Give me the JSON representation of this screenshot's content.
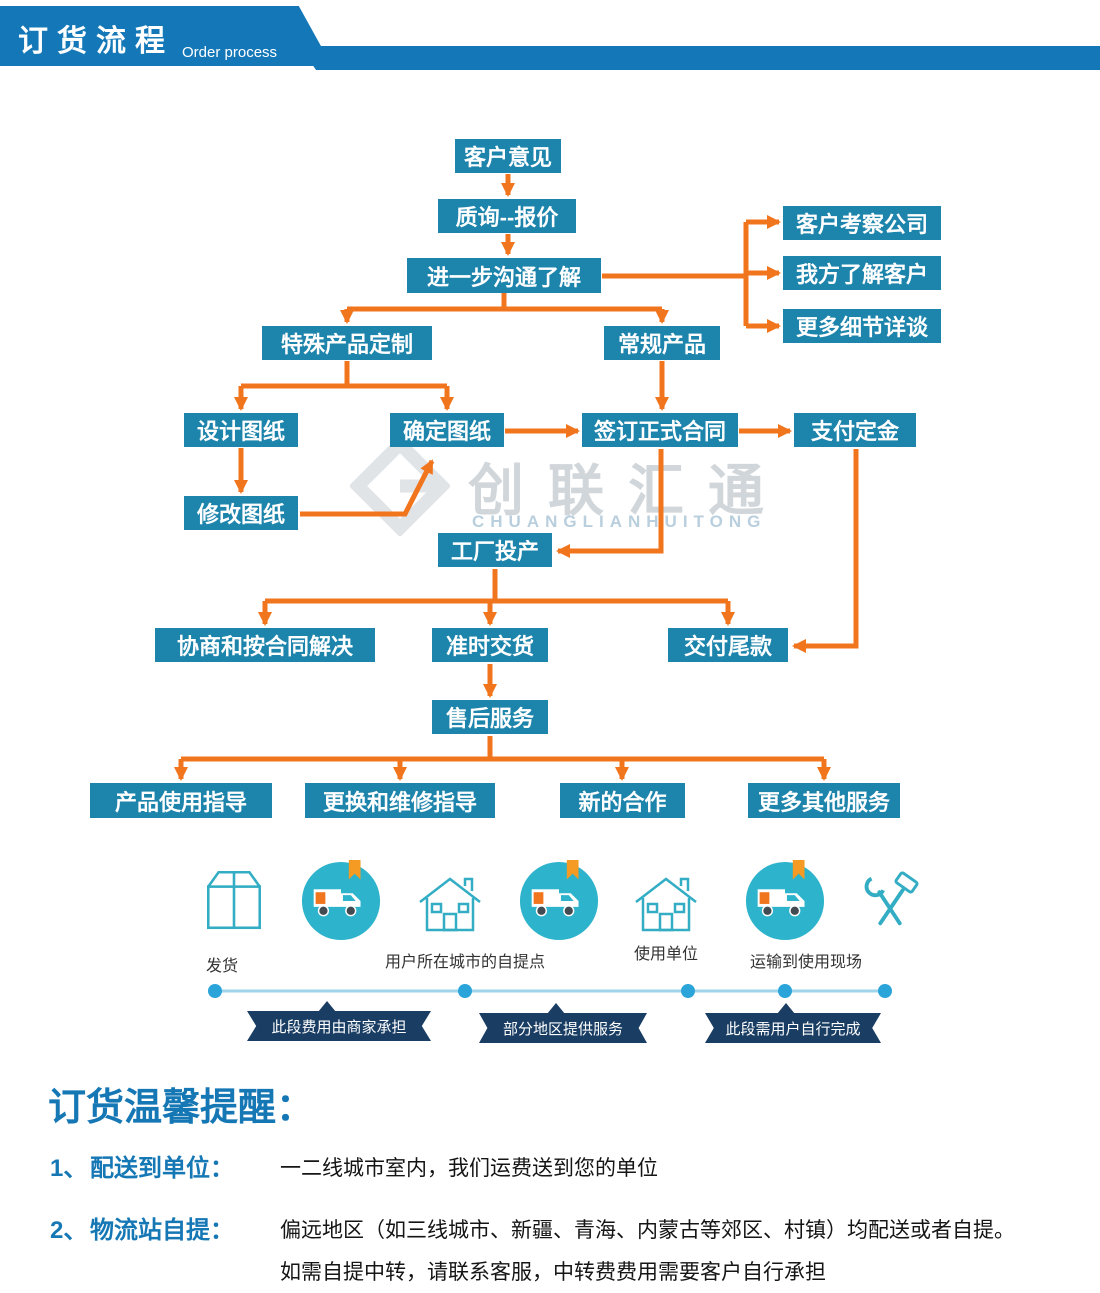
{
  "header": {
    "title": "订货流程",
    "subtitle": "Order process"
  },
  "flow": {
    "customer_opinion": "客户意见",
    "inquiry_quote": "质询--报价",
    "further_communication": "进一步沟通了解",
    "customer_visit_company": "客户考察公司",
    "we_know_customer": "我方了解客户",
    "more_details_talk": "更多细节详谈",
    "special_product_custom": "特殊产品定制",
    "regular_product": "常规产品",
    "design_drawing": "设计图纸",
    "confirm_drawing": "确定图纸",
    "sign_formal_contract": "签订正式合同",
    "pay_deposit": "支付定金",
    "modify_drawing": "修改图纸",
    "factory_production": "工厂投产",
    "negotiate_per_contract": "协商和按合同解决",
    "on_time_delivery": "准时交货",
    "pay_balance": "交付尾款",
    "after_sales_service": "售后服务",
    "product_usage_guide": "产品使用指导",
    "replace_repair_guide": "更换和维修指导",
    "new_cooperation": "新的合作",
    "more_other_services": "更多其他服务"
  },
  "watermark": {
    "name": "创联汇通",
    "latin": "CHUANGLIANHUITONG"
  },
  "logistics": {
    "shipping_label": "发货",
    "pickup_label": "用户所在城市的自提点",
    "user_unit_label": "使用单位",
    "transport_label": "运输到使用现场",
    "ribbon_merchant": "此段费用由商家承担",
    "ribbon_partial": "部分地区提供服务",
    "ribbon_user": "此段需用户自行完成"
  },
  "notice": {
    "title": "订货温馨提醒：",
    "item1_no": "1、",
    "item1_label": "配送到单位：",
    "item1_text": "一二线城市室内，我们运费送到您的单位",
    "item2_no": "2、",
    "item2_label": "物流站自提：",
    "item2_text": "偏远地区（如三线城市、新疆、青海、内蒙古等郊区、村镇）均配送或者自提。",
    "item2_text2": "如需自提中转，请联系客服，中转费费用需要客户自行承担"
  },
  "colors": {
    "box_blue": "#1d84ac",
    "arrow_orange": "#f0751d",
    "header_blue": "#1478b8",
    "ribbon_navy": "#193d63",
    "icon_teal": "#33adc4",
    "dot_blue": "#2ba4da"
  }
}
